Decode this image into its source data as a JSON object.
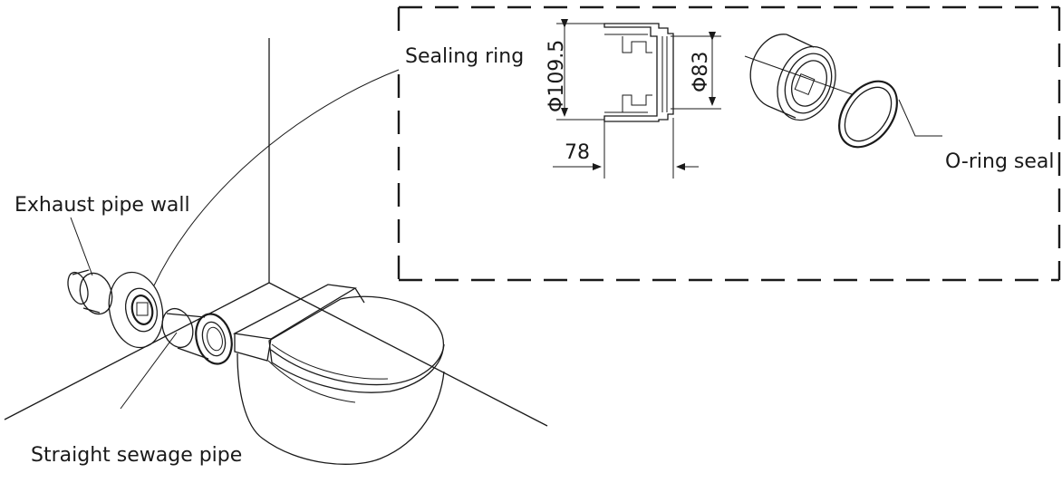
{
  "labels": {
    "sealing_ring": "Sealing ring",
    "exhaust_pipe_wall": "Exhaust pipe wall",
    "straight_sewage_pipe": "Straight sewage pipe",
    "o_ring_seal": "O-ring seal"
  },
  "dimensions": {
    "outer_diameter": "Φ109.5",
    "inner_diameter": "Φ83",
    "length": "78"
  }
}
